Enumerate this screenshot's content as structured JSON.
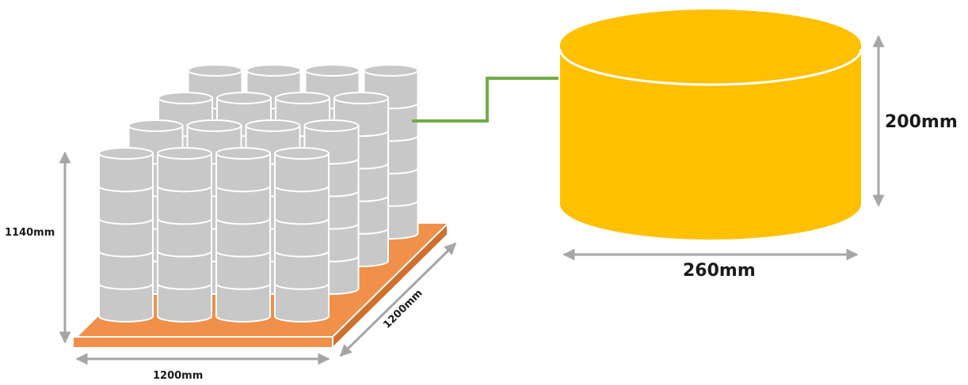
{
  "pallet": {
    "color": "#F0904A",
    "rows": 4,
    "cols": 4,
    "layers": 5
  },
  "drum": {
    "fill": "#C8C8C8",
    "stroke": "#ffffff"
  },
  "can": {
    "fill": "#FFC000",
    "rim": "#ffffff"
  },
  "connector": {
    "color": "#70AD47"
  },
  "arrows": {
    "color": "#A6A6A6"
  },
  "dimensions": {
    "pallet_height": "1140mm",
    "pallet_width": "1200mm",
    "pallet_depth": "1200mm",
    "can_height": "200mm",
    "can_diameter": "260mm"
  }
}
